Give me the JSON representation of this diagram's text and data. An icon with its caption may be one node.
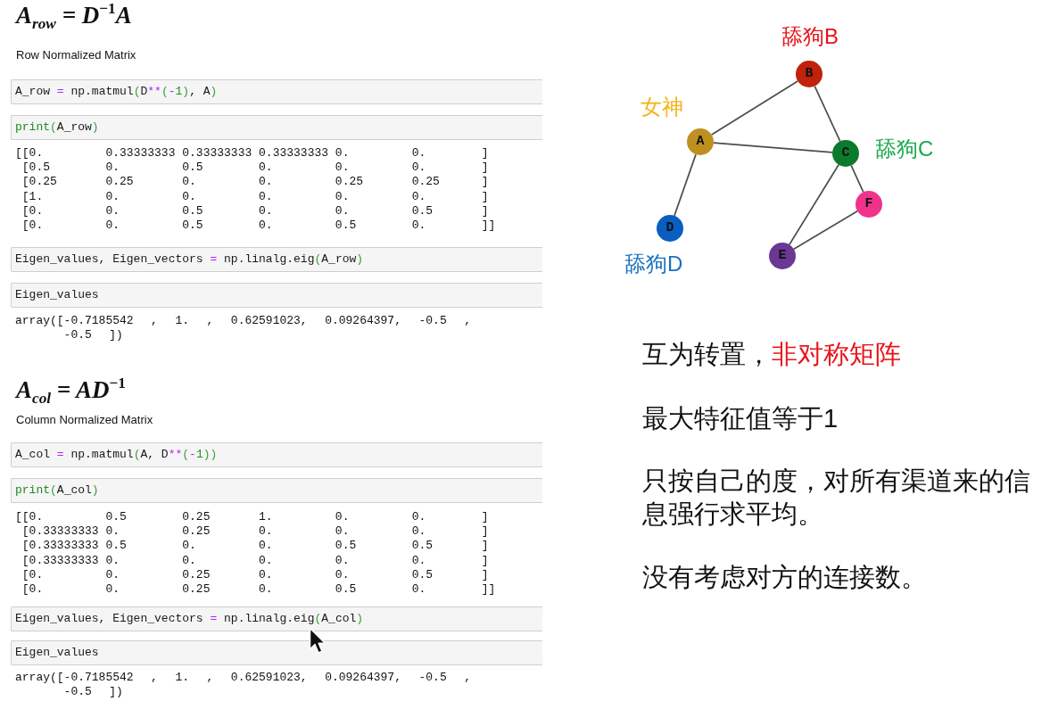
{
  "diagram": {
    "nodes": [
      {
        "text": [
          "A_row = np.matmul(D**(-1), A)"
        ]
      },
      {
        "text": [
          "print(A_row)"
        ]
      },
      {
        "text": [
          "Eigen_values, Eigen_vectors = np.linalg.eig(A_row)"
        ]
      },
      {
        "text": [
          "Eigen_values"
        ]
      },
      {
        "text": [
          "A_col = np.matmul(A, D**(-1))"
        ]
      },
      {
        "text": [
          "print(A_col)"
        ]
      },
      {
        "text": [
          "Eigen_values, Eigen_vectors = np.linalg.eig(A_col)"
        ]
      },
      {
        "text": [
          "Eigen_values"
        ]
      },
      {
        "text": [
          "A"
        ],
        "beside": [
          "女神"
        ]
      },
      {
        "text": [
          "B"
        ],
        "beside": [
          "舔狗B"
        ]
      },
      {
        "text": [
          "C"
        ],
        "beside": [
          "舔狗C"
        ]
      },
      {
        "text": [
          "D"
        ],
        "beside": [
          "舔狗D"
        ]
      },
      {
        "text": [
          "E"
        ]
      },
      {
        "text": [
          "F"
        ]
      }
    ],
    "edges": [
      {
        "from": 8,
        "to": 9,
        "arrow": "none"
      },
      {
        "from": 9,
        "to": 10,
        "arrow": "none"
      },
      {
        "from": 8,
        "to": 10,
        "arrow": "none"
      },
      {
        "from": 8,
        "to": 11,
        "arrow": "none"
      },
      {
        "from": 10,
        "to": 12,
        "arrow": "none"
      },
      {
        "from": 10,
        "to": 13,
        "arrow": "none"
      },
      {
        "from": 12,
        "to": 13,
        "arrow": "none"
      }
    ],
    "labels": [
      "A$_{row}$ = D$^{−1}$A",
      "Row Normalized Matrix",
      "[[0. 0.33333333 0.33333333 0.33333333 0. 0. ]",
      "[0.5 0. 0.5 0. 0. 0. ]",
      "[0.25 0.25 0. 0. 0.25 0.25 ]",
      "[1. 0. 0. 0. 0. 0. ]",
      "[0. 0. 0.5 0. 0. 0.5 ]",
      "[0. 0. 0.5 0. 0.5 0. ]]",
      "array([-0.7185542 , 1. , 0.62591023, 0.09264397, -0.5 , -0.5 ])",
      "A$_{col}$ = AD$^{−1}$",
      "Column Normalized Matrix",
      "[[0. 0.5 0.25 1. 0. 0. ]",
      "[0.33333333 0. 0.25 0. 0. 0. ]",
      "[0.33333333 0.5 0. 0. 0.5 0.5 ]",
      "[0.33333333 0. 0. 0. 0. 0. ]",
      "[0. 0. 0.25 0. 0. 0.5 ]",
      "[0. 0. 0.25 0. 0.5 0. ]]",
      "array([-0.7185542 , 1. , 0.62591023, 0.09264397, -0.5 , -0.5 ])",
      "互为转置，",
      "非对称矩阵",
      "最大特征值等于1",
      "只按自己的度，对所有渠道来的信息强行求平均。",
      "没有考虑对方的连接数。"
    ]
  }
}
